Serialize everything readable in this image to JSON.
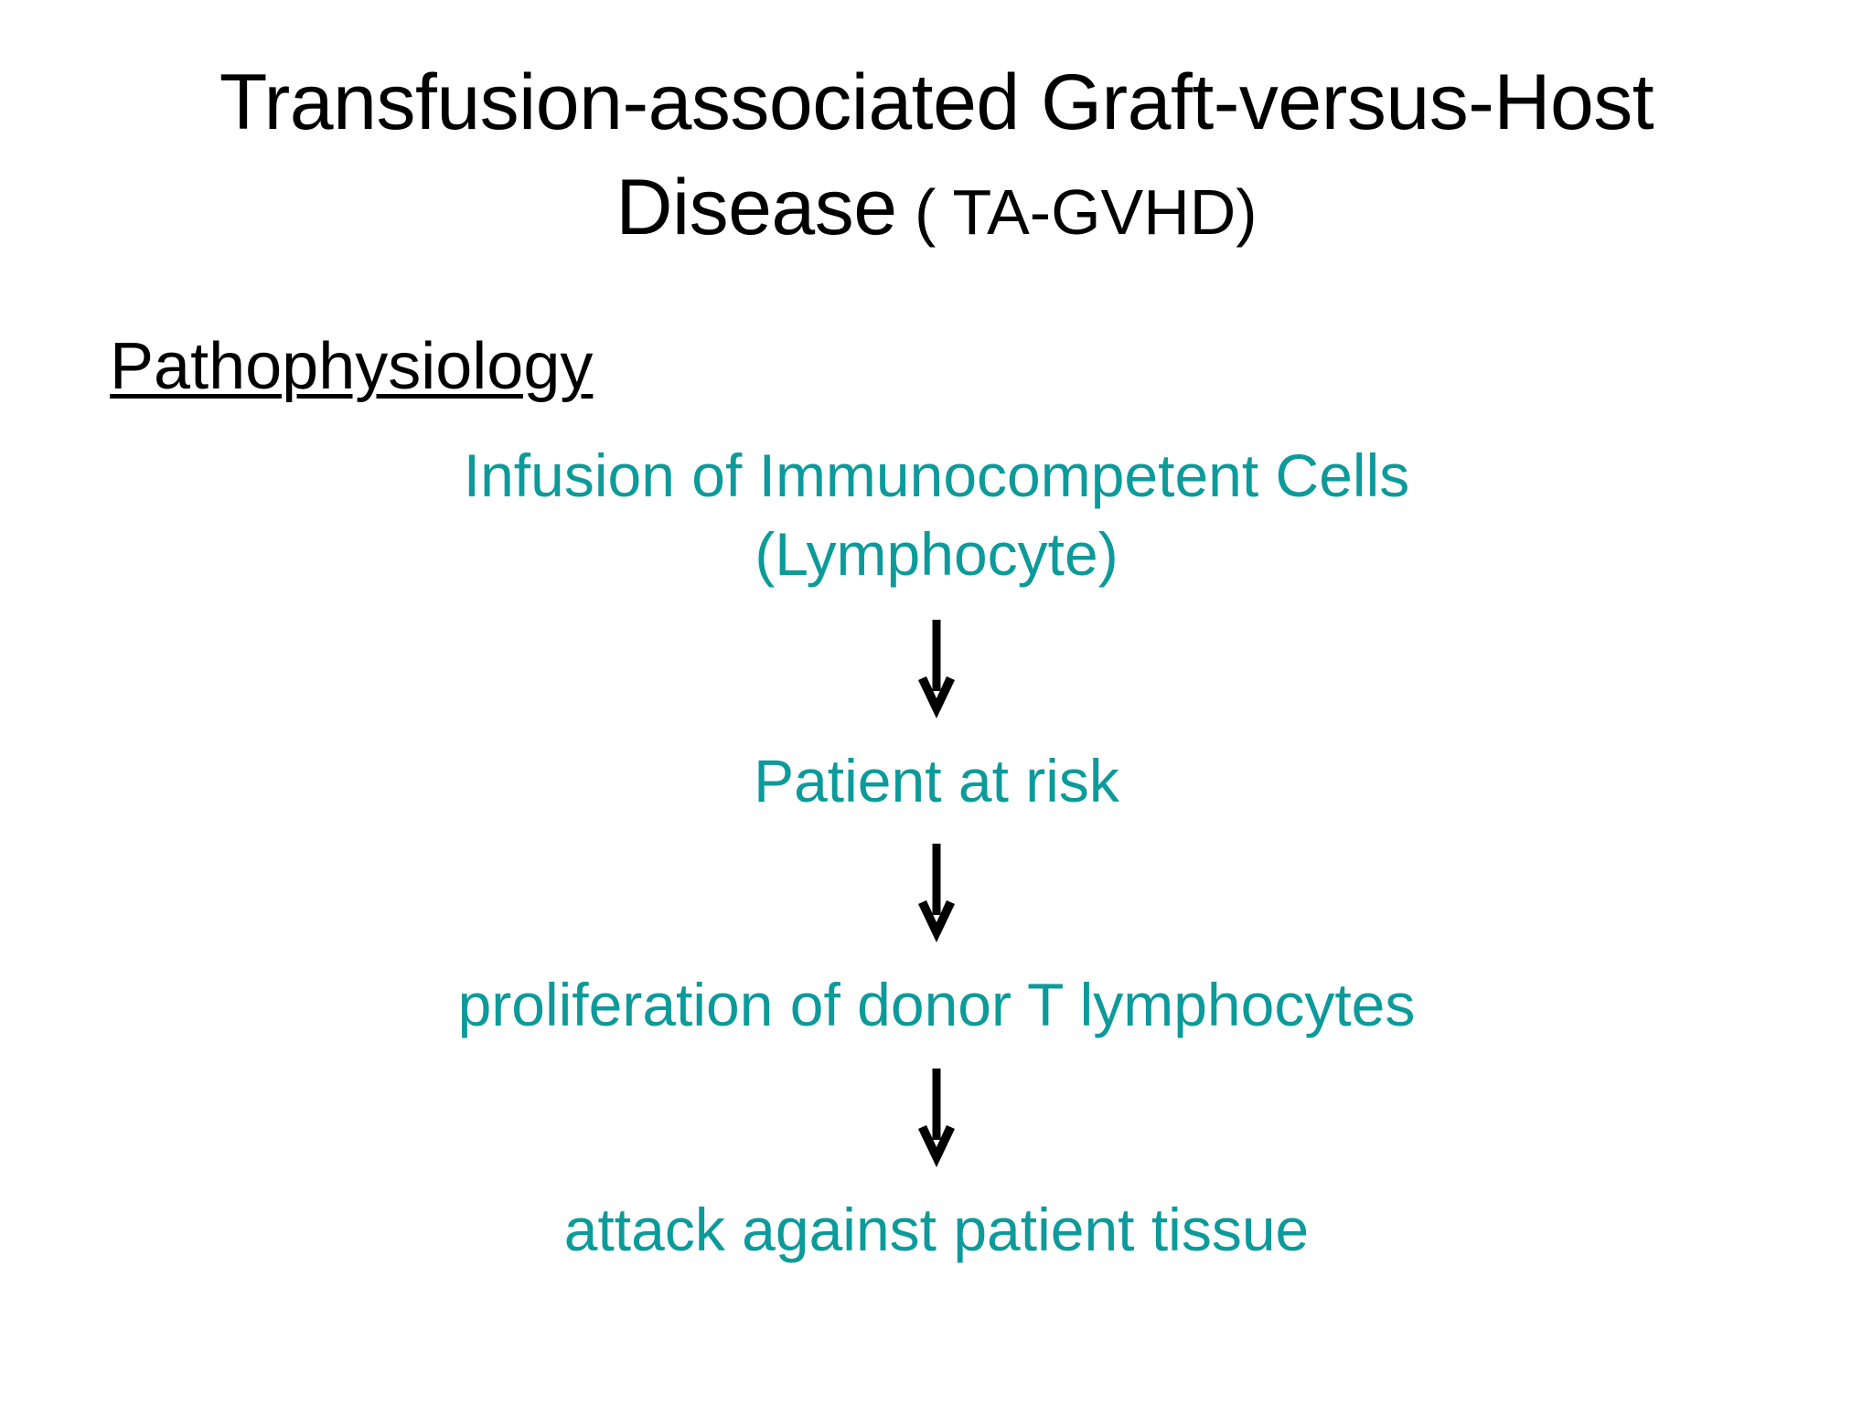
{
  "slide": {
    "background_color": "#FFFFFF",
    "title": {
      "line1": "Transfusion-associated Graft-versus-Host",
      "line2_main": "Disease",
      "line2_abbrev": " ( TA-GVHD)",
      "color": "#000000"
    },
    "section": {
      "heading": "Pathophysiology",
      "color": "#000000",
      "underlined": true
    },
    "flow": {
      "accent_color": "#0C9A9A",
      "arrow_color": "#000000",
      "arrow_icon_name": "arrow-down-icon",
      "steps": [
        {
          "id": "step-1",
          "line1": "Infusion of Immunocompetent Cells",
          "line2": "(Lymphocyte)"
        },
        {
          "id": "step-2",
          "line1": "Patient at risk",
          "line2": ""
        },
        {
          "id": "step-3",
          "line1": "proliferation of donor T lymphocytes",
          "line2": ""
        },
        {
          "id": "step-4",
          "line1": "attack against patient tissue",
          "line2": ""
        }
      ]
    }
  }
}
